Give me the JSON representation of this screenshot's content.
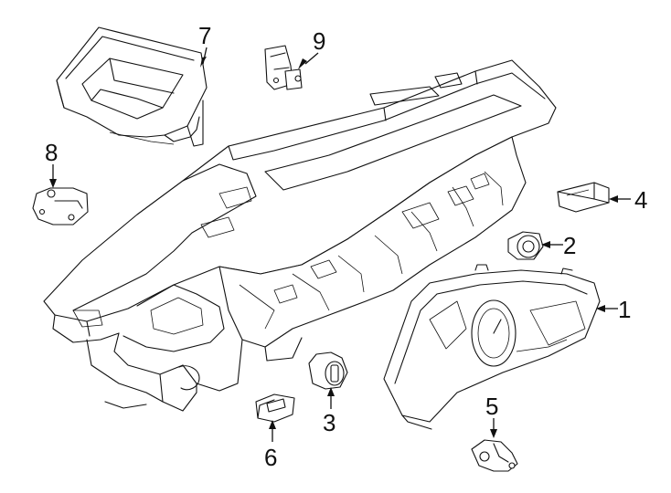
{
  "callouts": [
    {
      "id": "1",
      "label": "1",
      "part": "instrument-cluster"
    },
    {
      "id": "2",
      "label": "2",
      "part": "round-switch"
    },
    {
      "id": "3",
      "label": "3",
      "part": "ignition-switch"
    },
    {
      "id": "4",
      "label": "4",
      "part": "connector-module"
    },
    {
      "id": "5",
      "label": "5",
      "part": "sensor-bracket"
    },
    {
      "id": "6",
      "label": "6",
      "part": "small-switch"
    },
    {
      "id": "7",
      "label": "7",
      "part": "storage-compartment"
    },
    {
      "id": "8",
      "label": "8",
      "part": "bracket"
    },
    {
      "id": "9",
      "label": "9",
      "part": "mount-bracket"
    }
  ]
}
